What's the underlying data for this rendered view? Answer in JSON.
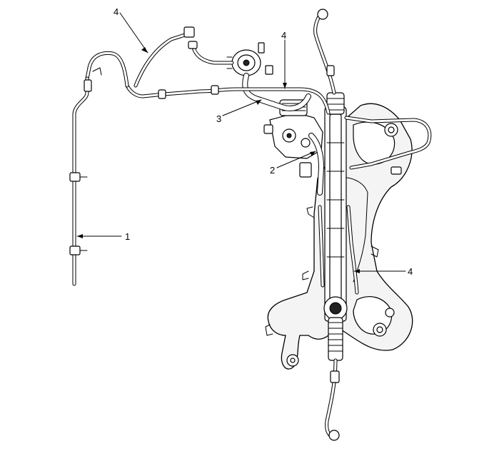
{
  "callouts": [
    {
      "id": "1",
      "label": "1"
    },
    {
      "id": "2",
      "label": "2"
    },
    {
      "id": "3",
      "label": "3"
    },
    {
      "id": "4a",
      "label": "4"
    },
    {
      "id": "4b",
      "label": "4"
    },
    {
      "id": "4c",
      "label": "4"
    }
  ],
  "colors": {
    "ink": "#000000",
    "paper": "#ffffff",
    "fill": "#f4f4f4"
  }
}
